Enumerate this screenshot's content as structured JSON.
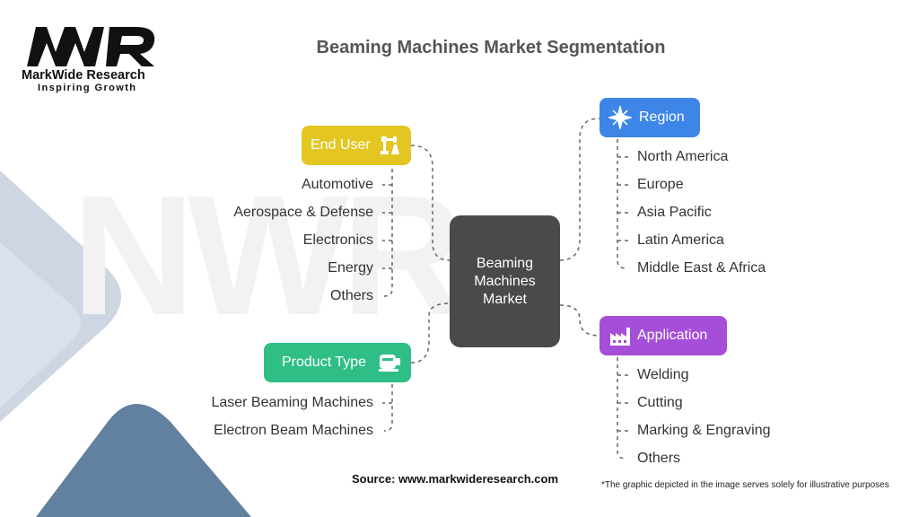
{
  "logo": {
    "name": "MarkWide Research",
    "tagline": "Inspiring Growth"
  },
  "title": "Beaming Machines Market Segmentation",
  "center": {
    "label": "Beaming Machines Market"
  },
  "categories": {
    "end_user": {
      "label": "End User",
      "color": "#e3c622",
      "icon": "robot-arm-icon",
      "items": [
        "Automotive",
        "Aerospace & Defense",
        "Electronics",
        "Energy",
        "Others"
      ]
    },
    "product_type": {
      "label": "Product Type",
      "color": "#2fbf86",
      "icon": "machine-icon",
      "items": [
        "Laser Beaming Machines",
        "Electron Beam Machines"
      ]
    },
    "region": {
      "label": "Region",
      "color": "#3d86e8",
      "icon": "compass-star-icon",
      "items": [
        "North America",
        "Europe",
        "Asia Pacific",
        "Latin America",
        "Middle East & Africa"
      ]
    },
    "application": {
      "label": "Application",
      "color": "#a54ed8",
      "icon": "factory-icon",
      "items": [
        "Welding",
        "Cutting",
        "Marking & Engraving",
        "Others"
      ]
    }
  },
  "source": "Source: www.markwideresearch.com",
  "disclaimer": "*The graphic depicted in the image serves solely for illustrative purposes"
}
